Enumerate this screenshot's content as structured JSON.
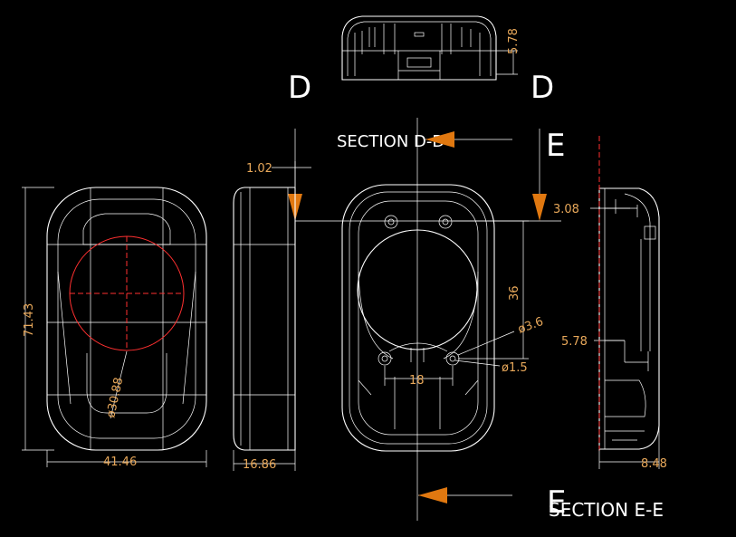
{
  "section_labels": {
    "d_left": "D",
    "d_right": "D",
    "d_title": "SECTION D-D",
    "e_top": "E",
    "e_bottom": "E",
    "e_title": "SECTION E-E"
  },
  "dimensions": {
    "section_d_height": "5.78",
    "front_height": "71.43",
    "front_width": "41.46",
    "circle_diameter": "ø30.88",
    "side_width": "16.86",
    "side_offset": "1.02",
    "inner_span": "36",
    "hole_diameter": "ø3.6",
    "pin_diameter": "ø1.5",
    "hole_spacing": "18",
    "section_e_top": "3.08",
    "section_e_mid": "5.78",
    "section_e_width": "8.48"
  },
  "colors": {
    "background": "#000000",
    "line": "#ffffff",
    "dimension_text": "#e8a85a",
    "arrow": "#e07810",
    "hidden_circle": "#ff3030"
  }
}
